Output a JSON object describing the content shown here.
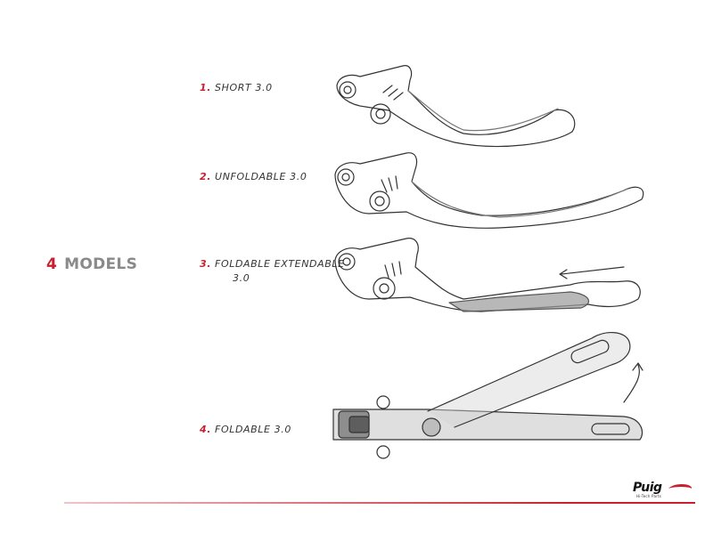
{
  "heading": {
    "number": "4",
    "text": "MODELS"
  },
  "models": [
    {
      "number": "1.",
      "name": "SHORT 3.0"
    },
    {
      "number": "2.",
      "name": "UNFOLDABLE 3.0"
    },
    {
      "number": "3.",
      "name": "FOLDABLE EXTENDABLE",
      "name_line2": "3.0"
    },
    {
      "number": "4.",
      "name": "FOLDABLE 3.0"
    }
  ],
  "brand": {
    "name": "Puig",
    "tagline": "Hi-Tech Parts"
  },
  "colors": {
    "accent": "#c8202e",
    "heading_gray": "#8a8a8a"
  }
}
